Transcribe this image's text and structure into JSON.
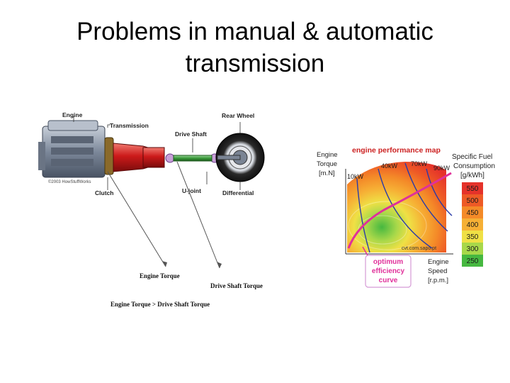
{
  "slide": {
    "title": "Problems in manual & automatic transmission"
  },
  "drivetrain": {
    "labels": {
      "engine": "Engine",
      "transmission": "Transmission",
      "drive_shaft": "Drive Shaft",
      "rear_wheel": "Rear Wheel",
      "clutch": "Clutch",
      "u_joint": "U-joint",
      "differential": "Differential",
      "copyright": "©2003 HowStuffWorks"
    },
    "annotations": {
      "engine_torque": "Engine Torque",
      "drive_shaft_torque": "Drive Shaft Torque",
      "comparison": "Engine Torque > Drive Shaft Torque"
    },
    "colors": {
      "transmission": "#cc1a1a",
      "shaft": "#3a9a3a",
      "engine": "#8a96a8"
    }
  },
  "map": {
    "title": "engine performance map",
    "y_axis": [
      "Engine",
      "Torque",
      "[m.N]"
    ],
    "x_axis": [
      "Engine",
      "Speed",
      "[r.p.m.]"
    ],
    "sfc_label": [
      "Specific Fuel",
      "Consumption",
      "[g/kWh]"
    ],
    "power_lines": [
      "10kW",
      "40kW",
      "70kW",
      "90kW"
    ],
    "sfc_scale": [
      {
        "value": "550",
        "color": "#e5322a"
      },
      {
        "value": "500",
        "color": "#ee5a26"
      },
      {
        "value": "450",
        "color": "#f48a28"
      },
      {
        "value": "400",
        "color": "#f6b035"
      },
      {
        "value": "350",
        "color": "#efe045"
      },
      {
        "value": "300",
        "color": "#a8d84a"
      },
      {
        "value": "250",
        "color": "#46b840"
      }
    ],
    "optimum_curve": [
      "optimum",
      "efficiency",
      "curve"
    ],
    "source": "cvt.com.sapo.pt",
    "colors": {
      "title": "#cc2222",
      "optimum": "#e0309a",
      "power_lines": "#2a3aa8"
    }
  }
}
